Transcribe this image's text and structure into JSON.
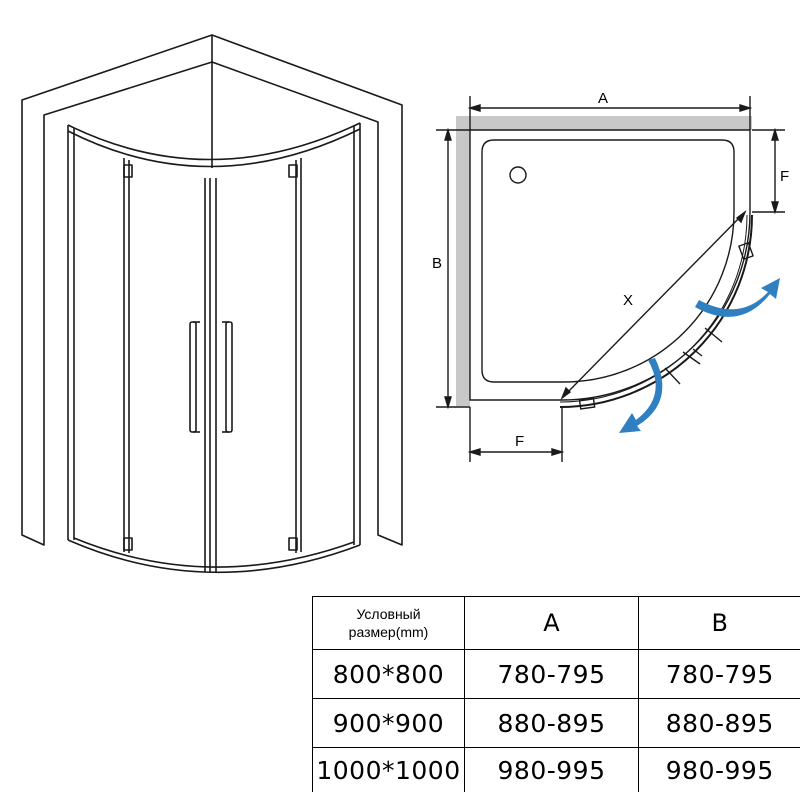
{
  "plan": {
    "label_a": "A",
    "label_b": "B",
    "label_f_top": "F",
    "label_f_bottom": "F",
    "label_x": "X"
  },
  "table": {
    "header_size_line1": "Условный",
    "header_size_line2": "размер(mm)",
    "header_a": "A",
    "header_b": "B",
    "rows": [
      {
        "size": "800*800",
        "a": "780-795",
        "b": "780-795"
      },
      {
        "size": "900*900",
        "a": "880-895",
        "b": "880-895"
      },
      {
        "size": "1000*1000",
        "a": "980-995",
        "b": "980-995"
      }
    ]
  },
  "colors": {
    "line": "#1a1a1a",
    "wall_fill": "#ffffff",
    "grey_wall": "#c8c8c8",
    "arrow_blue": "#2f7fc1"
  }
}
